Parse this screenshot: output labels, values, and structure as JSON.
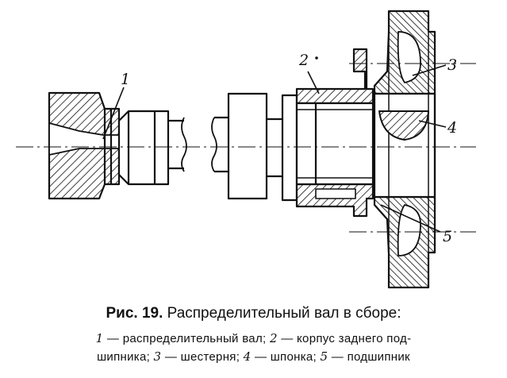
{
  "figure": {
    "callouts": [
      "1",
      "2",
      "3",
      "4",
      "5"
    ]
  },
  "caption": {
    "fig_label": "Рис. 19.",
    "title": "Распределительный вал в сборе:"
  },
  "legend": {
    "line1": [
      {
        "num": "1",
        "text": " — распределительный вал; "
      },
      {
        "num": "2",
        "text": " — корпус заднего под-"
      }
    ],
    "line2": [
      {
        "num": "",
        "text": "шипника; "
      },
      {
        "num": "3",
        "text": " — шестерня; "
      },
      {
        "num": "4",
        "text": " — шпонка; "
      },
      {
        "num": "5",
        "text": " — подшипник"
      }
    ]
  }
}
